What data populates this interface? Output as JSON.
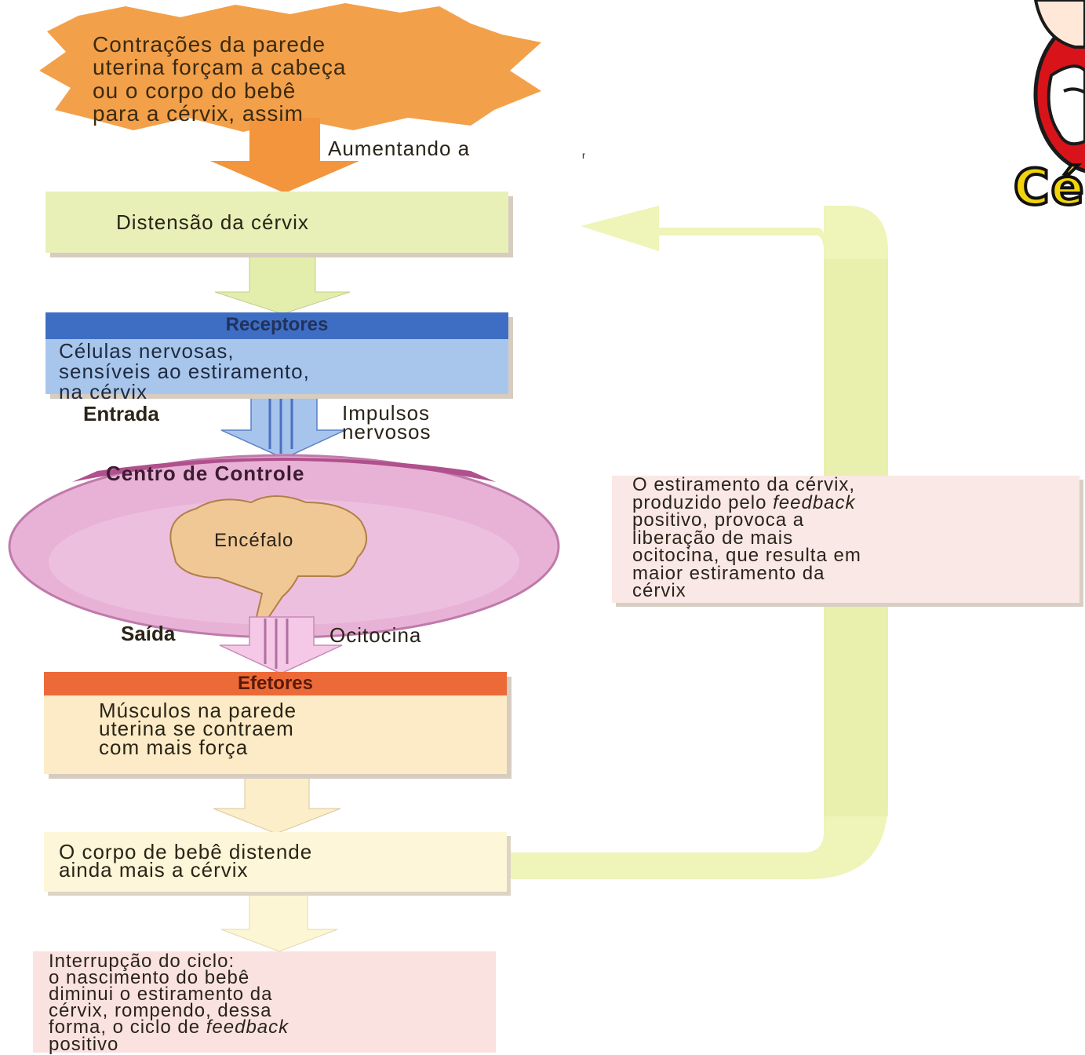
{
  "colors": {
    "starburst": "#f3a04a",
    "orange_arrow": "#f2953c",
    "distensao_box": "#e8f0b8",
    "receptores_header": "#3e6ec4",
    "receptores_body": "#a8c6ec",
    "centro_control": "#e6a8d0",
    "efetores_header": "#ec6a38",
    "efetores_body": "#fcebc6",
    "feedback_loop": "#eef3b4"
  },
  "steps": {
    "stimulus": "Contrações da parede\nuterina forçam a cabeça\nou o corpo do bebê\npara a cérvix, assim",
    "increasing": "Aumentando a",
    "increasing_mark": "r",
    "variable": "Distensão da cérvix",
    "receptors_title": "Receptores",
    "receptors_body": "Células nervosas,\nsensíveis ao estiramento,\nna  cérvix",
    "input_label": "Entrada",
    "input_signal": "Impulsos\nnervosos",
    "control_title": "Centro de Controle",
    "control_organ": "Encéfalo",
    "output_label": "Saída",
    "output_signal": "Ocitocina",
    "effectors_title": "Efetores",
    "effectors_body": "Músculos na parede\nuterina se contraem\ncom mais força",
    "response": "O corpo de bebê distende\nainda mais a cérvix",
    "interruption": "Interrupção do ciclo:\no nascimento do bebê\ndiminui o estiramento da\ncérvix, rompendo, dessa\nforma, o ciclo de feedback\npositivo"
  },
  "feedback_note": {
    "line1": "O estiramento da cérvix,",
    "line2_pre": "produzido pelo ",
    "line2_italic": "feedback",
    "line3": "positivo, provoca a",
    "line4": "liberação de mais",
    "line5": "ocitocina, que resulta em",
    "line6": "maior estiramento da",
    "line7": "cérvix"
  },
  "logo": {
    "text": "Cé"
  }
}
